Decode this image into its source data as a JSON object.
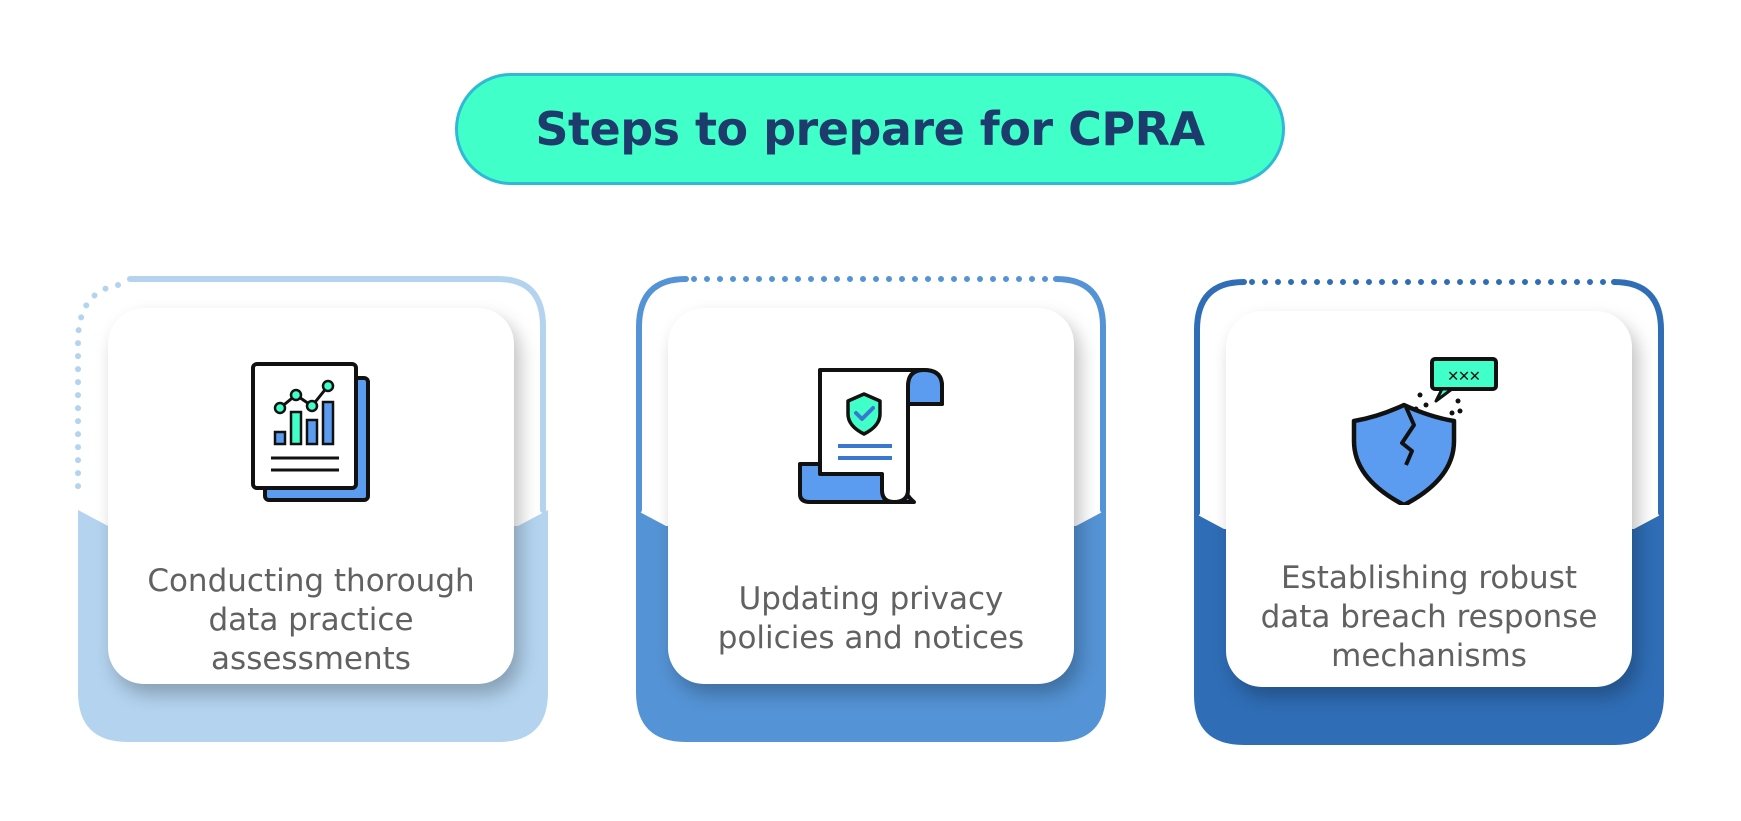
{
  "title": "Steps to prepare for CPRA",
  "colors": {
    "pill_fill": "#40ffc9",
    "pill_border": "#2fb9d6",
    "title_text": "#1d3b6b",
    "card1_accent": "#b3d3ef",
    "card2_accent": "#5493d5",
    "card3_accent": "#2f6db6",
    "body_text": "#616161"
  },
  "steps": [
    {
      "text_lines": [
        "Conducting thorough",
        "data practice",
        "assessments"
      ],
      "icon": "report-chart-icon"
    },
    {
      "text_lines": [
        "Updating privacy",
        "policies and notices"
      ],
      "icon": "privacy-scroll-icon"
    },
    {
      "text_lines": [
        "Establishing robust",
        "data breach response",
        "mechanisms"
      ],
      "icon": "broken-shield-password-icon"
    }
  ]
}
